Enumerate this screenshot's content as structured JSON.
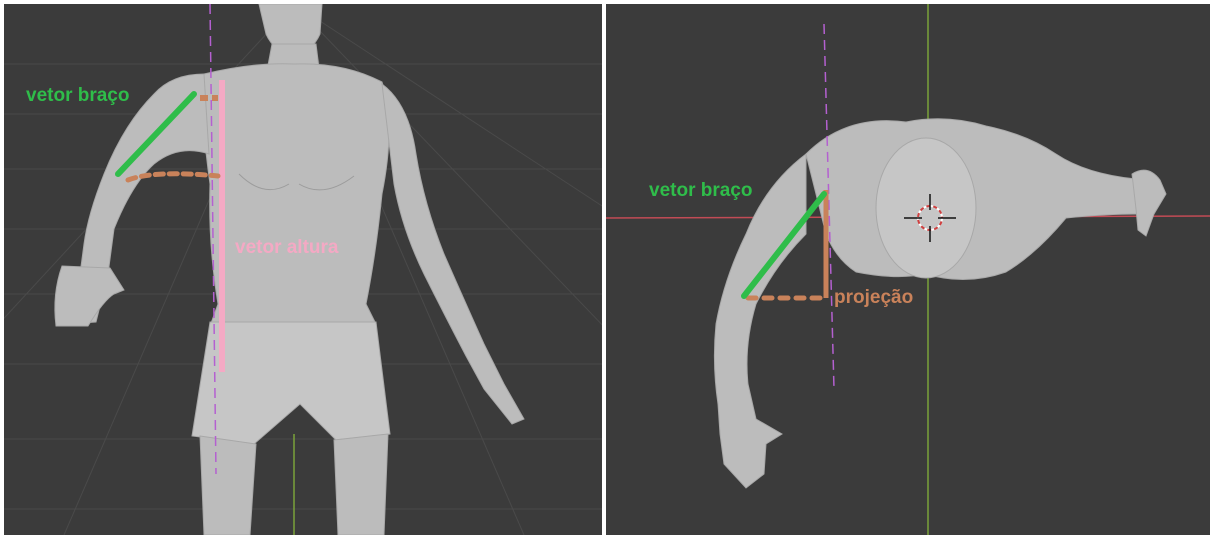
{
  "front_view": {
    "arm_vector_label": "vetor braço",
    "height_vector_label": "vetor altura"
  },
  "top_view": {
    "arm_vector_label": "vetor braço",
    "projection_label": "projeção"
  },
  "colors": {
    "arm_vector": "#2fbd4a",
    "height_vector": "#f4a9c4",
    "projection": "#c9825a",
    "viewport_background": "#3b3b3b",
    "x_axis": "#c24b55",
    "y_axis": "#7aa23a"
  }
}
